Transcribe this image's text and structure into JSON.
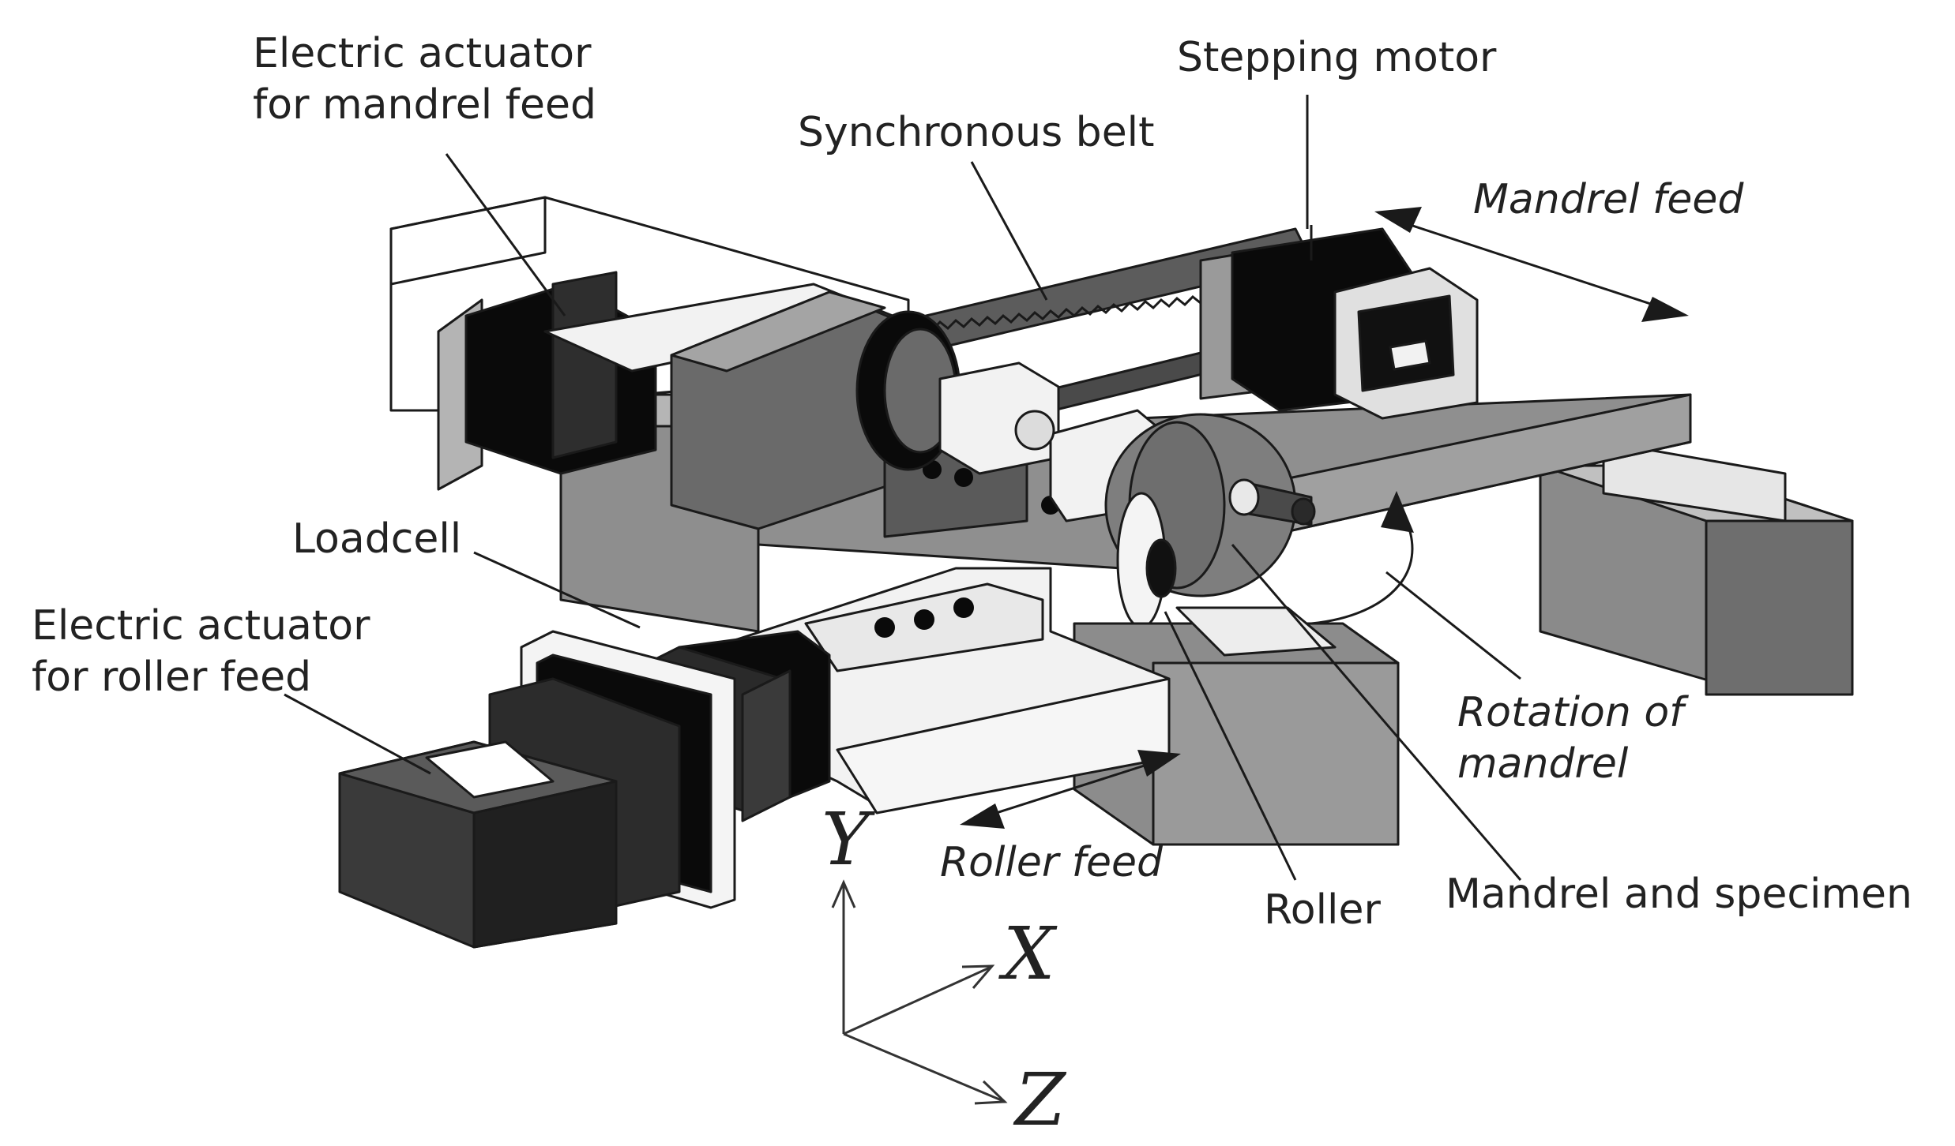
{
  "labels": {
    "electric_actuator_mandrel": [
      "Electric actuator",
      "for mandrel feed"
    ],
    "synchronous_belt": "Synchronous belt",
    "stepping_motor": "Stepping motor",
    "mandrel_feed": "Mandrel feed",
    "loadcell": "Loadcell",
    "electric_actuator_roller": [
      "Electric actuator",
      "for roller feed"
    ],
    "rotation_of_mandrel": [
      "Rotation of",
      "mandrel"
    ],
    "roller_feed": "Roller feed",
    "roller": "Roller",
    "mandrel_and_specimen": "Mandrel and specimen"
  },
  "axes": {
    "y": "Y",
    "x": "X",
    "z": "Z"
  },
  "colors": {
    "black_part": "#0a0a0a",
    "dark_part": "#3a3a3a",
    "mid_part": "#8c8c8c",
    "light_part": "#a8a8a8",
    "white_part": "#f4f4f4"
  }
}
